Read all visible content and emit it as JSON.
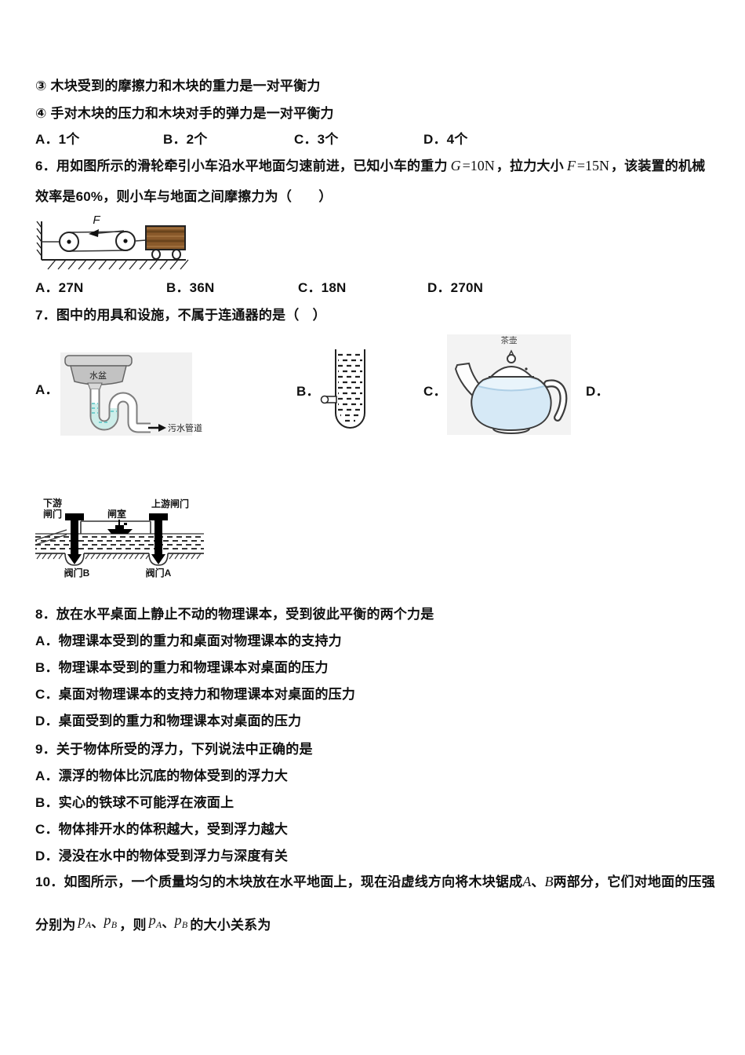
{
  "q5": {
    "item3": "③ 木块受到的摩擦力和木块的重力是一对平衡力",
    "item4": "④ 手对木块的压力和木块对手的弹力是一对平衡力",
    "options": [
      "A．1个",
      "B．2个",
      "C．3个",
      "D．4个"
    ]
  },
  "q6": {
    "text_pre": "6．用如图所示的滑轮牵引小车沿水平地面匀速前进，已知小车的重力",
    "var_g": "G",
    "val_g": "=10N",
    "text_mid": "，拉力大小",
    "var_f": "F",
    "val_f": "=15N",
    "text_post": "，该装置的机械",
    "line2": "效率是60%，则小车与地面之间摩擦力为（　　）",
    "figure": {
      "force_label": "F"
    },
    "options": [
      "A．27N",
      "B．36N",
      "C．18N",
      "D．270N"
    ]
  },
  "q7": {
    "text": "7．图中的用具和设施，不属于连通器的是（　）",
    "labels": [
      "A．",
      "B．",
      "C．",
      "D．"
    ],
    "sink": {
      "basin": "水盆",
      "drain": "污水管道"
    },
    "teapot": {
      "title": "茶壶"
    },
    "lock": {
      "downstream_l1": "下游",
      "downstream_l2": "闸门",
      "chamber": "闸室",
      "upstream": "上游闸门",
      "valve_b": "阀门B",
      "valve_a": "阀门A"
    }
  },
  "q8": {
    "text": "8．放在水平桌面上静止不动的物理课本，受到彼此平衡的两个力是",
    "options": [
      "A．物理课本受到的重力和桌面对物理课本的支持力",
      "B．物理课本受到的重力和物理课本对桌面的压力",
      "C．桌面对物理课本的支持力和物理课本对桌面的压力",
      "D．桌面受到的重力和物理课本对桌面的压力"
    ]
  },
  "q9": {
    "text": "9．关于物体所受的浮力，下列说法中正确的是",
    "options": [
      "A．漂浮的物体比沉底的物体受到的浮力大",
      "B．实心的铁球不可能浮在液面上",
      "C．物体排开水的体积越大，受到浮力越大",
      "D．浸没在水中的物体受到浮力与深度有关"
    ]
  },
  "q10": {
    "line1_pre": "10．如图所示，一个质量均匀的木块放在水平地面上，现在沿虚线方向将木块锯成",
    "var_a": "A",
    "sep": "、",
    "var_b": "B",
    "line1_post": "两部分，它们对地面的压强",
    "line2_pre": "分别为",
    "p": "p",
    "sub_a": "A",
    "sub_b": "B",
    "line2_mid": "，则",
    "line2_post": "的大小关系为"
  }
}
